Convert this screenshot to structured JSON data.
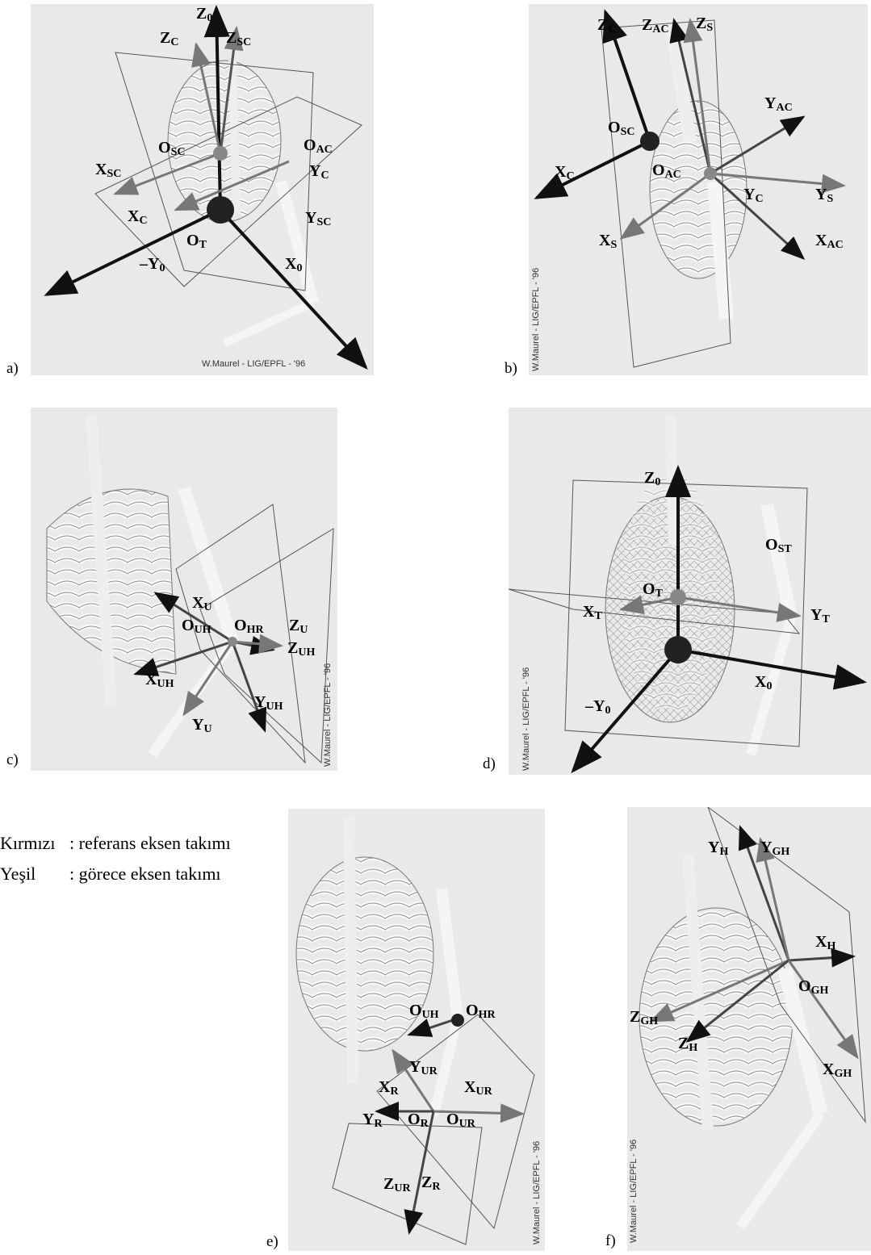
{
  "panels": {
    "a": {
      "letter": "a)",
      "credit": "W.Maurel - LIG/EPFL - '96",
      "labels": {
        "z0": "Z",
        "z0s": "0",
        "zc": "Z",
        "zcs": "C",
        "zsc": "Z",
        "zscs": "SC",
        "osc": "O",
        "oscs": "SC",
        "oac": "O",
        "oacs": "AC",
        "xsc": "X",
        "xscs": "SC",
        "yc": "Y",
        "ycs": "C",
        "xc": "X",
        "xcs": "C",
        "ysc": "Y",
        "yscs": "SC",
        "ot": "O",
        "ots": "T",
        "my0": "–Y",
        "my0s": "0",
        "x0": "X",
        "x0s": "0"
      }
    },
    "b": {
      "letter": "b)",
      "credit": "W.Maurel - LIG/EPFL - '96",
      "labels": {
        "zc": "Z",
        "zcs": "C",
        "zac": "Z",
        "zacs": "AC",
        "zs": "Z",
        "zss": "S",
        "yac": "Y",
        "yacs": "AC",
        "osc": "O",
        "oscs": "SC",
        "xc": "X",
        "xcs": "C",
        "oac": "O",
        "oacs": "AC",
        "yc": "Y",
        "ycs": "C",
        "ys": "Y",
        "yss": "S",
        "xs": "X",
        "xss": "S",
        "xac": "X",
        "xacs": "AC"
      }
    },
    "c": {
      "letter": "c)",
      "credit": "W.Maurel - LIG/EPFL - '96",
      "labels": {
        "xu": "X",
        "xus": "U",
        "ouh": "O",
        "ouhs": "UH",
        "ohr": "O",
        "ohrs": "HR",
        "zu": "Z",
        "zus": "U",
        "zuh": "Z",
        "zuhs": "UH",
        "xuh": "X",
        "xuhs": "UH",
        "yuh": "Y",
        "yuhs": "UH",
        "yu": "Y",
        "yus": "U"
      }
    },
    "d": {
      "letter": "d)",
      "credit": "W.Maurel - LIG/EPFL - '96",
      "labels": {
        "z0": "Z",
        "z0s": "0",
        "ost": "O",
        "osts": "ST",
        "ot": "O",
        "ots": "T",
        "xt": "X",
        "xts": "T",
        "yt": "Y",
        "yts": "T",
        "x0": "X",
        "x0s": "0",
        "my0": "–Y",
        "my0s": "0"
      }
    },
    "e": {
      "letter": "e)",
      "credit": "W.Maurel - LIG/EPFL - '96",
      "labels": {
        "ouh": "O",
        "ouhs": "UH",
        "ohr": "O",
        "ohrs": "HR",
        "yur": "Y",
        "yurs": "UR",
        "xr": "X",
        "xrs": "R",
        "xur": "X",
        "xurs": "UR",
        "yr": "Y",
        "yrs": "R",
        "or": "O",
        "ors": "R",
        "our": "O",
        "ours": "UR",
        "zur": "Z",
        "zurs": "UR",
        "zr": "Z",
        "zrs": "R"
      }
    },
    "f": {
      "letter": "f)",
      "credit": "W.Maurel - LIG/EPFL - '96",
      "labels": {
        "yh": "Y",
        "yhs": "H",
        "ygh": "Y",
        "yghs": "GH",
        "xh": "X",
        "xhs": "H",
        "ogh": "O",
        "oghs": "GH",
        "zgh": "Z",
        "zghs": "GH",
        "zh": "Z",
        "zhs": "H",
        "xgh": "X",
        "xghs": "GH"
      }
    }
  },
  "legend": {
    "red_key": "Kırmızı",
    "red_text": ": referans eksen takımı",
    "green_key": "Yeşil",
    "green_text": ": görece eksen takımı"
  }
}
